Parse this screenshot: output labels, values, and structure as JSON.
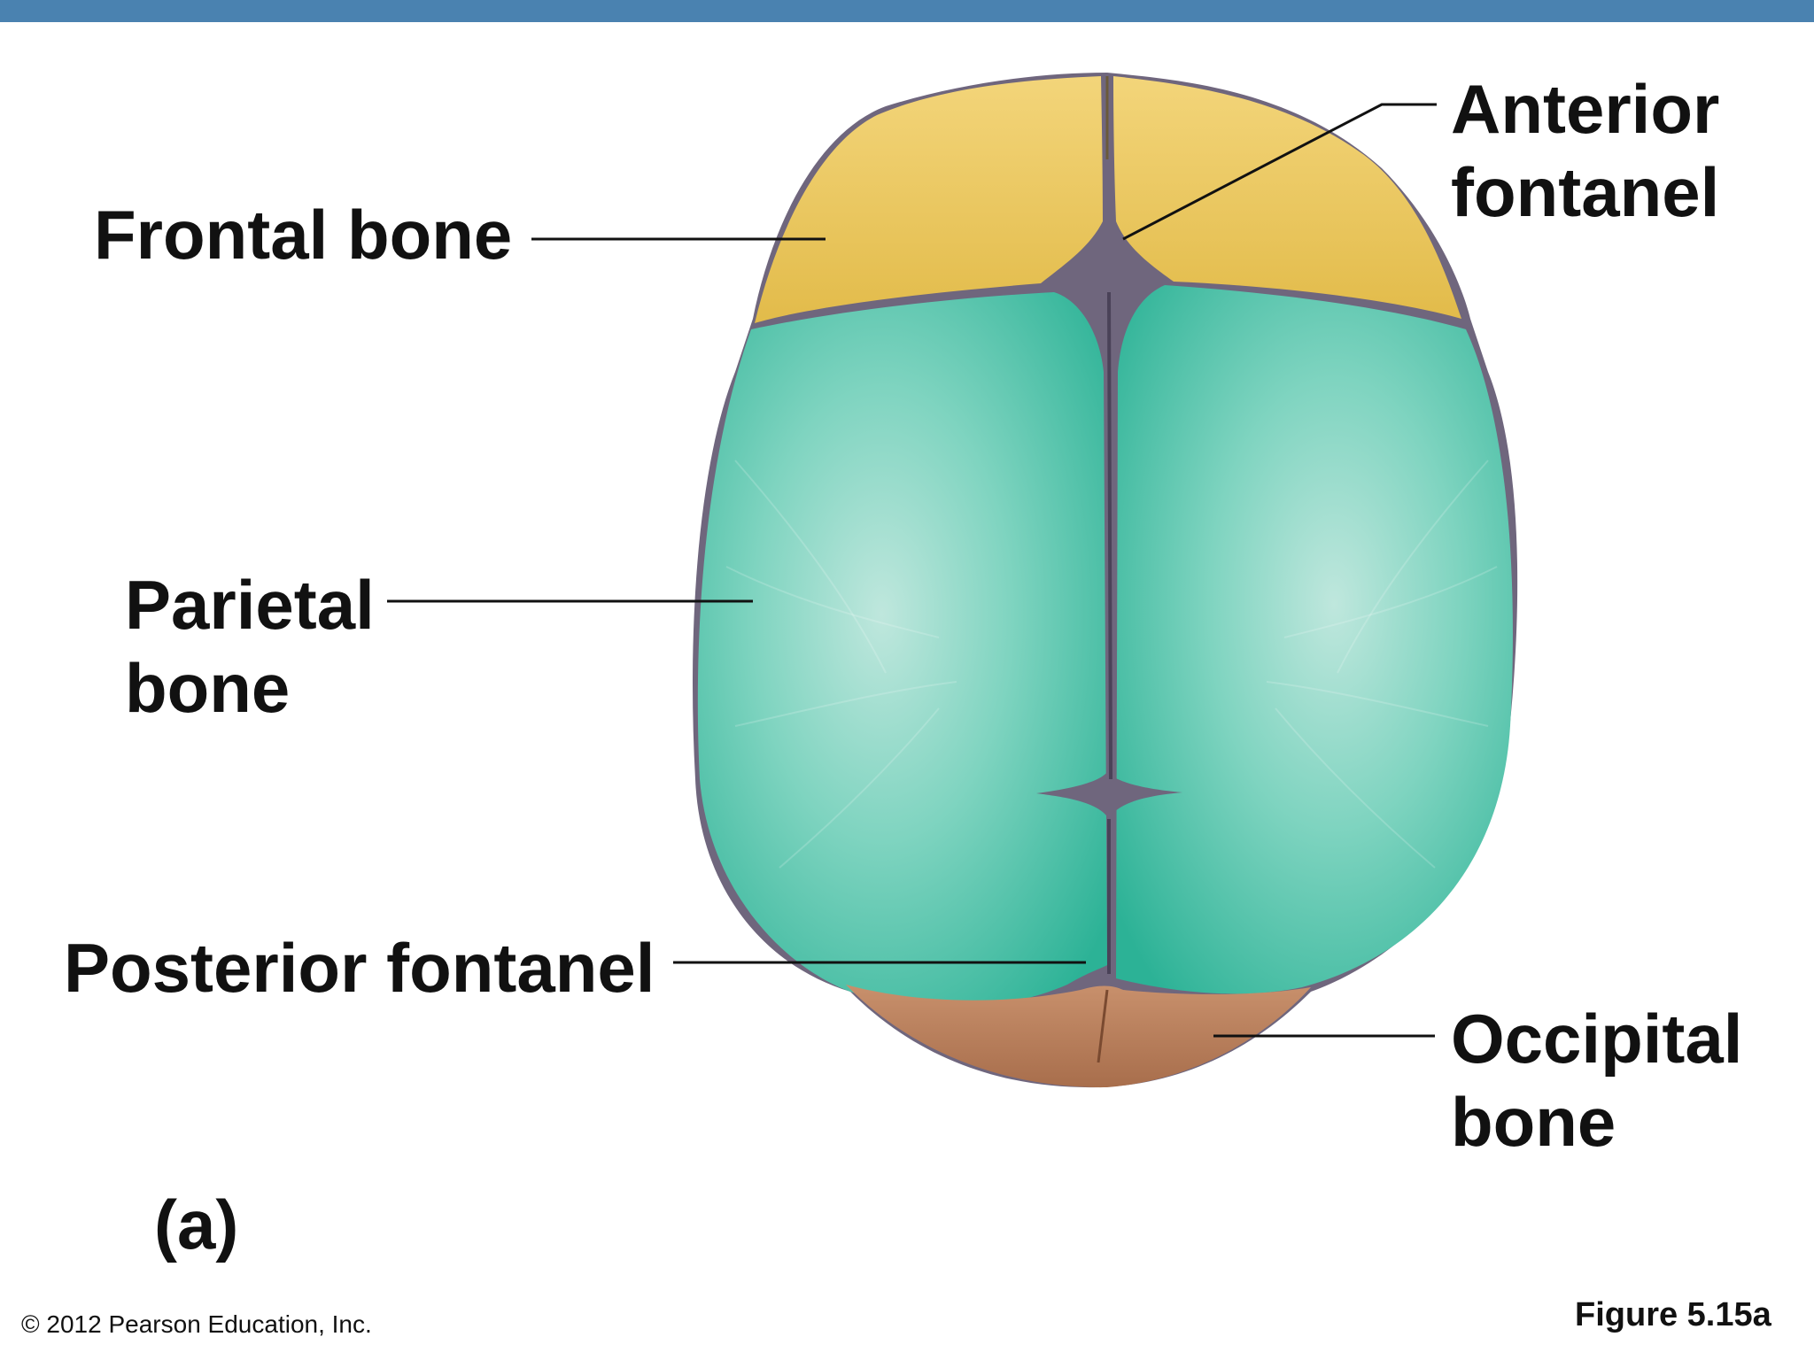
{
  "labels": {
    "frontal_bone": "Frontal bone",
    "anterior_fontanel_line1": "Anterior",
    "anterior_fontanel_line2": "fontanel",
    "parietal_bone_line1": "Parietal",
    "parietal_bone_line2": "bone",
    "posterior_fontanel": "Posterior fontanel",
    "occipital_bone_line1": "Occipital",
    "occipital_bone_line2": "bone",
    "part": "(a)"
  },
  "footer": {
    "copyright": "© 2012 Pearson Education, Inc.",
    "figure_number": "Figure 5.15a"
  },
  "colors": {
    "header_bar": "#4a82b0",
    "frontal": "#e8c45a",
    "parietal": "#3fbfa3",
    "occipital": "#b07a5a",
    "fontanel": "#7a6f86",
    "text": "#111111"
  }
}
